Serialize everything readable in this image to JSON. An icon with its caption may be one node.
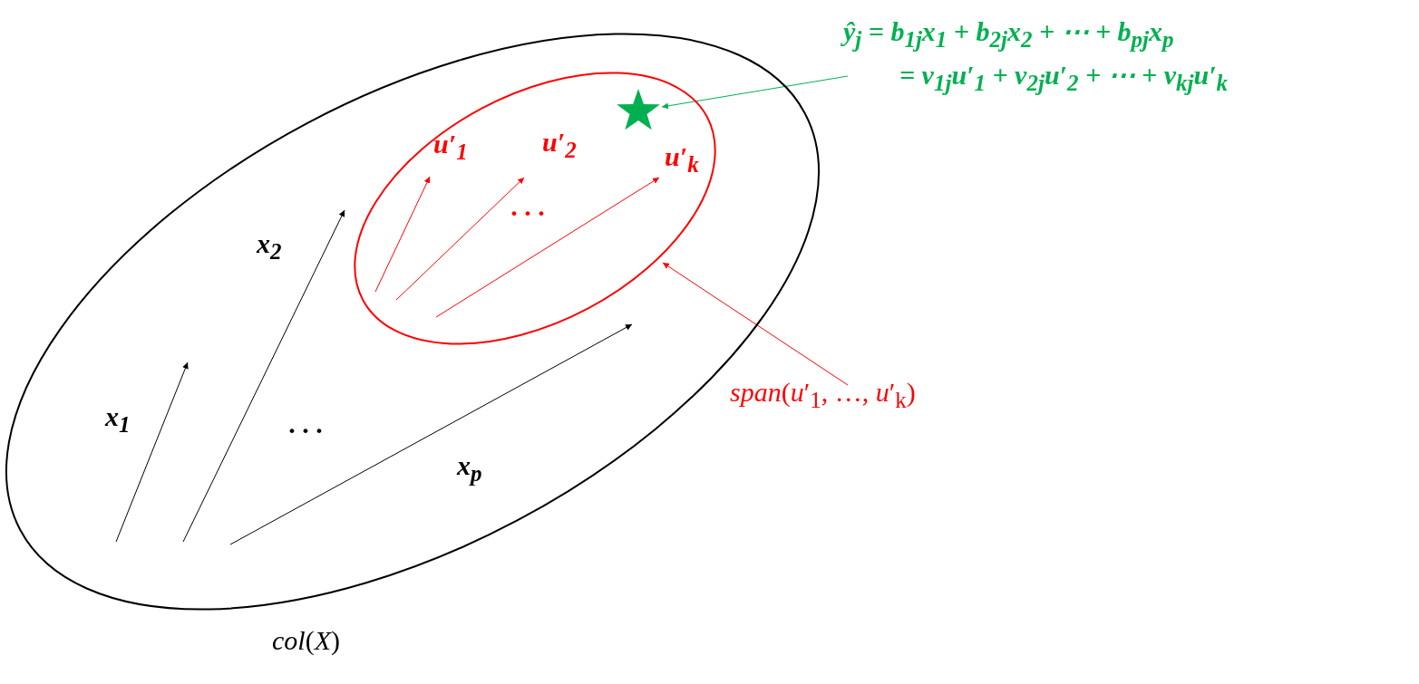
{
  "diagram": {
    "nodes": [
      {
        "text": [
          "*col*(*X*)"
        ]
      },
      {
        "text": [],
        "shape": "ellipse",
        "in": 0
      },
      {
        "text": [],
        "shape": "star",
        "in": 1
      },
      {
        "text": [
          "ŷ$_{j}$ = b$_{1j}$x$_{1}$ + b$_{2j}$x$_{2}$ + ⋯ + b$_{pj}$x$_{p}$",
          "= v$_{1j}$u′$_{1}$ + v$_{2j}$u′$_{2}$ + ⋯ + v$_{kj}$u′$_{k}$"
        ]
      },
      {
        "text": [
          "*span*(*u*′$_{1}$, …, *u*′$_{k}$)"
        ]
      }
    ],
    "edges": [
      {
        "from": 3,
        "to": 2,
        "arrow": "to",
        "color": "#00b050"
      },
      {
        "from": 4,
        "to": 1,
        "arrow": "to",
        "color": "#ff0000"
      }
    ],
    "labels": [
      "u′$_{1}$",
      "u′$_{2}$",
      "u′$_{k}$",
      "x$_{2}$",
      "· · ·",
      "x$_{1}$",
      "· · ·",
      "x$_{p}$"
    ]
  }
}
